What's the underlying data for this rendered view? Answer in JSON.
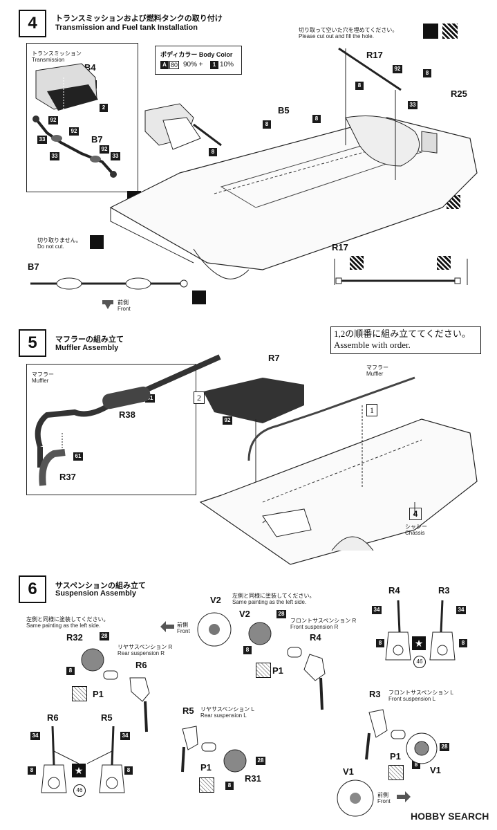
{
  "step4": {
    "number": "4",
    "title_jp": "トランスミッションおよび燃料タンクの取り付け",
    "title_en": "Transmission and Fuel tank Installation",
    "cut_note_jp": "切り取って空いた穴を埋めてください。",
    "cut_note_en": "Please cut out and fill the hole.",
    "transmission_jp": "トランスミッション",
    "transmission_en": "Transmission",
    "body_color_title": "ボディカラー  Body Color",
    "body_color_mix": "90% + ",
    "body_color_mix2": "10%",
    "body_color_a": "A",
    "body_color_80": "80",
    "body_color_1": "1",
    "do_not_cut_jp": "切り取りません。",
    "do_not_cut_en": "Do not cut.",
    "front_jp": "前側",
    "front_en": "Front",
    "parts": {
      "b4": "B4",
      "b5": "B5",
      "b7": "B7",
      "b7b": "B7",
      "r17": "R17",
      "r17b": "R17",
      "r25": "R25",
      "a": "A"
    },
    "tags": {
      "t8": "8",
      "t2": "2",
      "t92": "92",
      "t33": "33"
    }
  },
  "step5": {
    "number": "5",
    "title_jp": "マフラーの組み立て",
    "title_en": "Muffler Assembly",
    "order_note_jp": "1,2の順番に組み立ててください。",
    "order_note_en": "Assemble with order.",
    "muffler_jp": "マフラー",
    "muffler_en": "Muffler",
    "muffler2_jp": "マフラー",
    "muffler2_en": "Muffler",
    "chassis_jp": "シャシー",
    "chassis_en": "Chassis",
    "chassis_step": "4",
    "order1": "1",
    "order2": "2",
    "parts": {
      "r7": "R7",
      "r38": "R38",
      "r37": "R37"
    },
    "tags": {
      "t61": "61",
      "t61b": "61",
      "t92": "92"
    }
  },
  "step6": {
    "number": "6",
    "title_jp": "サスペンションの組み立て",
    "title_en": "Suspension Assembly",
    "same_paint_jp": "左側と同様に塗装してください。",
    "same_paint_en": "Same painting as the left side.",
    "same_paint2_jp": "左側と同様に塗装してください。",
    "same_paint2_en": "Same painting as the left side.",
    "front_jp": "前側",
    "front_en": "Front",
    "front2_jp": "前側",
    "front2_en": "Front",
    "rear_r_jp": "リヤサスペンション R",
    "rear_r_en": "Rear suspension R",
    "rear_l_jp": "リヤサスペンション L",
    "rear_l_en": "Rear suspension L",
    "front_r_jp": "フロントサスペンション R",
    "front_r_en": "Front suspension R",
    "front_l_jp": "フロントサスペンション L",
    "front_l_en": "Front suspension L",
    "parts": {
      "v2a": "V2",
      "v2b": "V2",
      "r32": "R32",
      "r6": "R6",
      "r6b": "R6",
      "r5": "R5",
      "r5b": "R5",
      "r4": "R4",
      "r4b": "R4",
      "r3": "R3",
      "r3b": "R3",
      "p1a": "P1",
      "p1b": "P1",
      "p1c": "P1",
      "p1d": "P1",
      "r31": "R31",
      "v1a": "V1",
      "v1b": "V1"
    },
    "tags": {
      "t28": "28",
      "t8": "8",
      "t34": "34",
      "t46": "46"
    }
  },
  "watermark": "HOBBY SEARCH"
}
